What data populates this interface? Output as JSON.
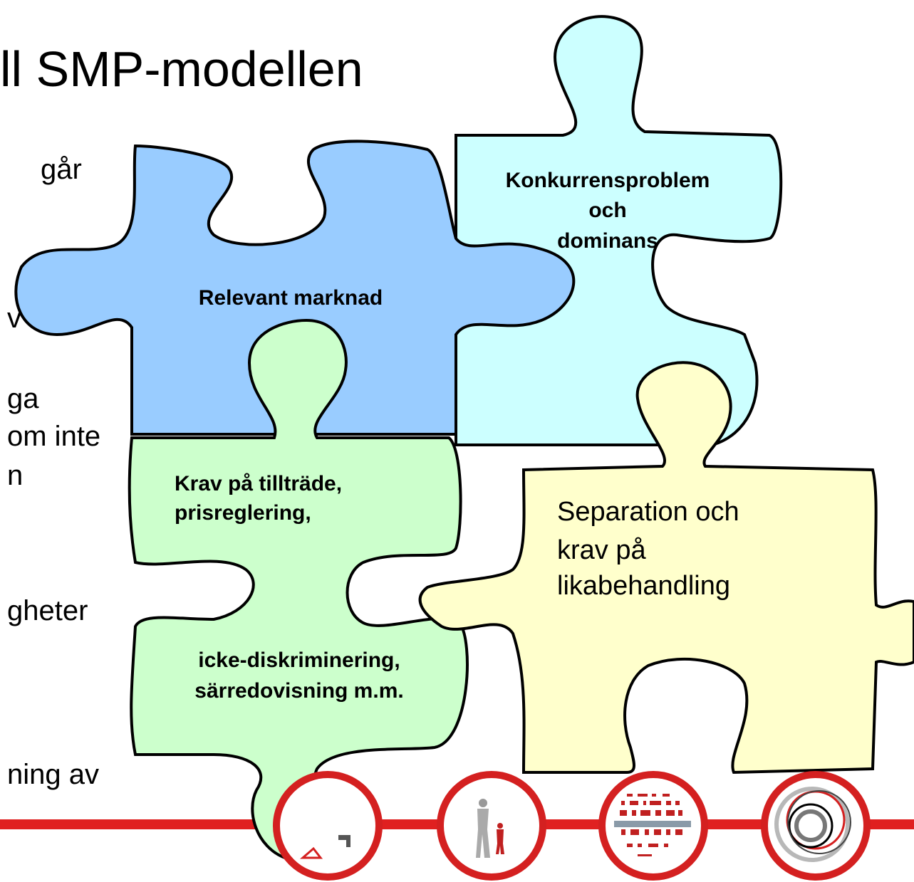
{
  "slide": {
    "title": "ll SMP-modellen",
    "body_fragments": [
      {
        "id": "frag-gar",
        "text": "går"
      },
      {
        "id": "frag-v",
        "text": "v E"
      },
      {
        "id": "frag-ga",
        "text": "ga"
      },
      {
        "id": "frag-om-inte",
        "text": "om inte"
      },
      {
        "id": "frag-n",
        "text": "n"
      },
      {
        "id": "frag-gheter",
        "text": "gheter"
      },
      {
        "id": "frag-ning-av",
        "text": "ning av"
      }
    ]
  },
  "puzzle": {
    "pieces": [
      {
        "id": "relevant",
        "color": "#99ccff",
        "lines": [
          "Relevant marknad"
        ]
      },
      {
        "id": "konkurrens",
        "color": "#ccffff",
        "lines": [
          "Konkurrensproblem",
          "och",
          "dominans"
        ]
      },
      {
        "id": "krav",
        "color": "#ccffcc",
        "lines": [
          "Krav på tillträde,",
          "prisreglering,",
          "icke-diskriminering,",
          "särredovisning m.m."
        ]
      },
      {
        "id": "separation",
        "color": "#ffffcc",
        "lines": [
          "Separation och",
          "krav på",
          "likabehandling"
        ]
      }
    ]
  },
  "footer": {
    "line_color": "#e02020",
    "circles": [
      {
        "id": "arrows",
        "icon": "arrow-shapes-icon"
      },
      {
        "id": "people",
        "icon": "people-icon"
      },
      {
        "id": "grid",
        "icon": "pixel-grid-icon"
      },
      {
        "id": "rings",
        "icon": "concentric-rings-icon"
      }
    ]
  }
}
